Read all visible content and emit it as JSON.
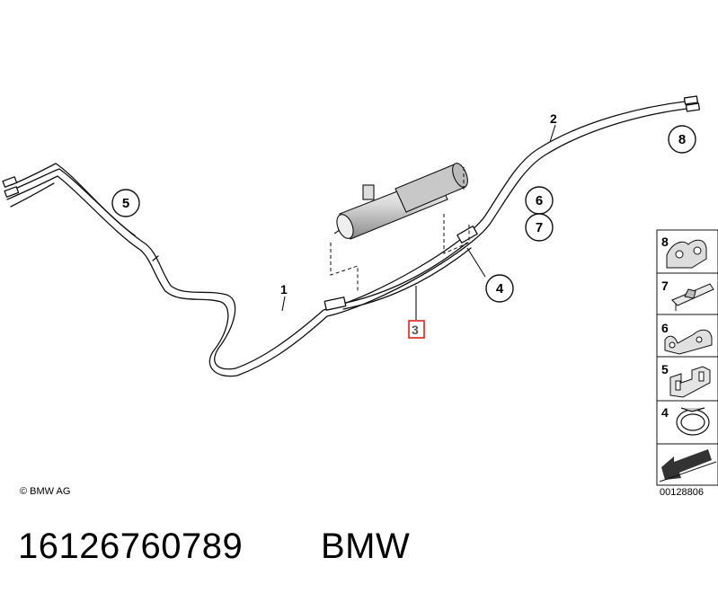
{
  "callouts": {
    "c5": "5",
    "c6": "6",
    "c7": "7",
    "c8": "8",
    "c4": "4"
  },
  "leaders": {
    "l1": "1",
    "l2": "2",
    "l3": "3"
  },
  "side_panel": {
    "items": [
      {
        "number": "8",
        "icon": "clamp-8-icon"
      },
      {
        "number": "7",
        "icon": "bracket-7-icon"
      },
      {
        "number": "6",
        "icon": "holder-6-icon"
      },
      {
        "number": "5",
        "icon": "clip-5-icon"
      },
      {
        "number": "4",
        "icon": "hose-clamp-4-icon"
      }
    ],
    "arrow_icon": "direction-arrow-icon"
  },
  "highlight_color": "#e0231c",
  "copyright": "© BMW AG",
  "drawing_id": "00128806",
  "footer": {
    "part_number": "16126760789",
    "brand": "BMW"
  }
}
